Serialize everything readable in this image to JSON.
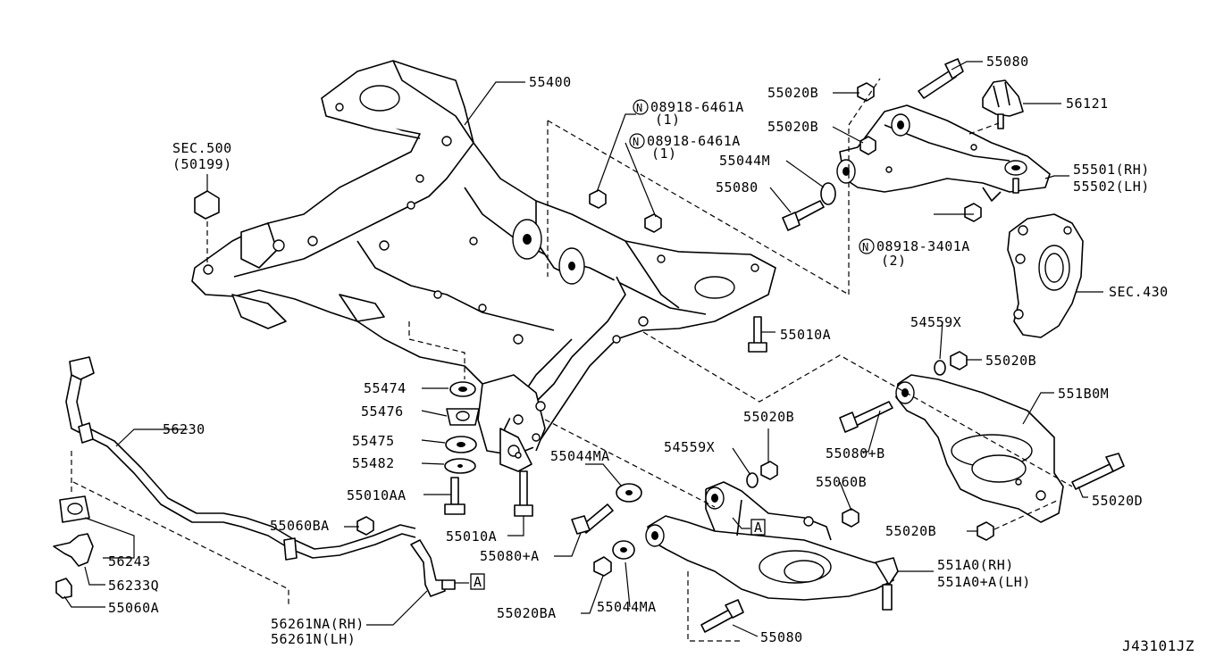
{
  "diagram_code": "J43101JZ",
  "callouts": {
    "p55400": "55400",
    "sec500": "SEC.500",
    "sec500_ref": "(50199)",
    "n1_part": "08918-6461A",
    "n1_qty": "(1)",
    "n2_part": "08918-6461A",
    "n2_qty": "(1)",
    "n3_part": "08918-3401A",
    "n3_qty": "(2)",
    "nut_symbol": "N",
    "p55020B_a": "55020B",
    "p55020B_b": "55020B",
    "p55044M": "55044M",
    "p55080_a": "55080",
    "p55080_b": "55080",
    "p56121": "56121",
    "p55501": "55501(RH)",
    "p55502": "55502(LH)",
    "sec430": "SEC.430",
    "p55010A": "55010A",
    "p54559X_a": "54559X",
    "p55020B_c": "55020B",
    "p551B0M": "551B0M",
    "p55474": "55474",
    "p55476": "55476",
    "p55475": "55475",
    "p55482": "55482",
    "p55010AA": "55010AA",
    "p55010A_b": "55010A",
    "p56230": "56230",
    "p55044MA_a": "55044MA",
    "p54559X_b": "54559X",
    "p55020B_d": "55020B",
    "p55080B": "55080+B",
    "p55060B": "55060B",
    "p55020D": "55020D",
    "p55020B_e": "55020B",
    "p55060BA": "55060BA",
    "p56243": "56243",
    "p56233Q": "56233Q",
    "p55060A": "55060A",
    "p55080A": "55080+A",
    "p551A0": "551A0(RH)",
    "p551A0A": "551A0+A(LH)",
    "p55020BA": "55020BA",
    "p55044MA_b": "55044MA",
    "p55080_c": "55080",
    "p56261NA": "56261NA(RH)",
    "p56261N": "56261N(LH)",
    "ref_a1": "A",
    "ref_a2": "A"
  }
}
